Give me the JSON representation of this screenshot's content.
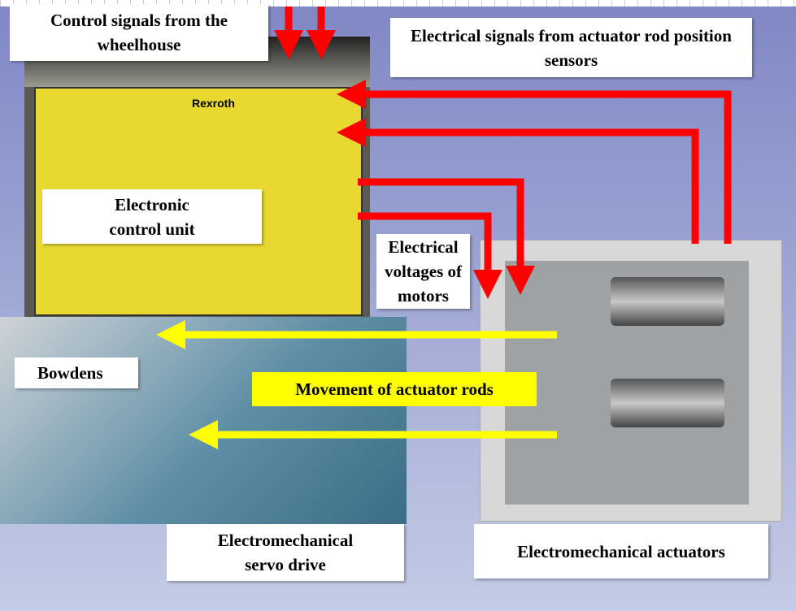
{
  "labels": {
    "control_signals": "Control signals from the wheelhouse",
    "sensor_signals": "Electrical signals from actuator rod position sensors",
    "ecu": "Electronic control unit",
    "motor_voltages": "Electrical voltages of motors",
    "bowdens": "Bowdens",
    "movement": "Movement of actuator rods",
    "servo_drive": "Electromechanical servo drive",
    "actuators": "Electromechanical actuators",
    "brand": "Rexroth"
  },
  "colors": {
    "signal_arrow": "#ff0000",
    "movement_arrow": "#ffff00"
  }
}
